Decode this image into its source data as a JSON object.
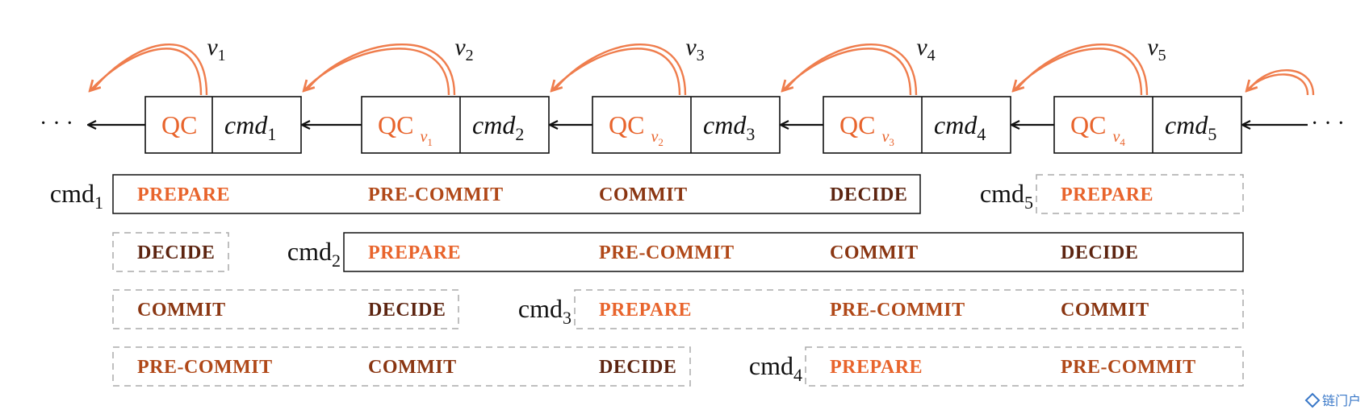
{
  "colors": {
    "qc": "#e8642c",
    "arc": "#ef7d4d",
    "prepare": "#e8642c",
    "precommit": "#b04818",
    "commit": "#8a3612",
    "decide": "#5c2410",
    "text": "#111111",
    "dashed": "#aaaaaa",
    "watermark": "#3a78c8"
  },
  "chain": {
    "leading_dots": "· · ·",
    "trailing_dots": "· · ·",
    "blocks": [
      {
        "view": "v1",
        "view_base": "v",
        "view_sub": "1",
        "qc": "QC",
        "qc_sub": "",
        "cmd_base": "cmd",
        "cmd_sub": "1"
      },
      {
        "view": "v2",
        "view_base": "v",
        "view_sub": "2",
        "qc": "QC",
        "qc_sub": "v1",
        "cmd_base": "cmd",
        "cmd_sub": "2"
      },
      {
        "view": "v3",
        "view_base": "v",
        "view_sub": "3",
        "qc": "QC",
        "qc_sub": "v2",
        "cmd_base": "cmd",
        "cmd_sub": "3"
      },
      {
        "view": "v4",
        "view_base": "v",
        "view_sub": "4",
        "qc": "QC",
        "qc_sub": "v3",
        "cmd_base": "cmd",
        "cmd_sub": "4"
      },
      {
        "view": "v5",
        "view_base": "v",
        "view_sub": "5",
        "qc": "QC",
        "qc_sub": "v4",
        "cmd_base": "cmd",
        "cmd_sub": "5"
      }
    ]
  },
  "phases": {
    "prepare": "PREPARE",
    "precommit": "PRE-COMMIT",
    "commit": "COMMIT",
    "decide": "DECIDE"
  },
  "rows": [
    {
      "label_base": "cmd",
      "label_sub": "1",
      "main": [
        "prepare",
        "precommit",
        "commit",
        "decide"
      ],
      "main_start_slot": 0,
      "tail": [],
      "next_label_base": "cmd",
      "next_label_sub": "5",
      "next": [
        "prepare"
      ],
      "next_start_slot": 4
    },
    {
      "label_base": "cmd",
      "label_sub": "2",
      "lead": [
        "decide"
      ],
      "main": [
        "prepare",
        "precommit",
        "commit",
        "decide"
      ],
      "main_start_slot": 1
    },
    {
      "label_base": "cmd",
      "label_sub": "3",
      "lead": [
        "commit",
        "decide"
      ],
      "main": [
        "prepare",
        "precommit",
        "commit"
      ],
      "main_start_slot": 2
    },
    {
      "label_base": "cmd",
      "label_sub": "4",
      "lead": [
        "precommit",
        "commit",
        "decide"
      ],
      "main": [
        "prepare",
        "precommit"
      ],
      "main_start_slot": 3
    }
  ],
  "watermark": {
    "text": "链门户"
  }
}
